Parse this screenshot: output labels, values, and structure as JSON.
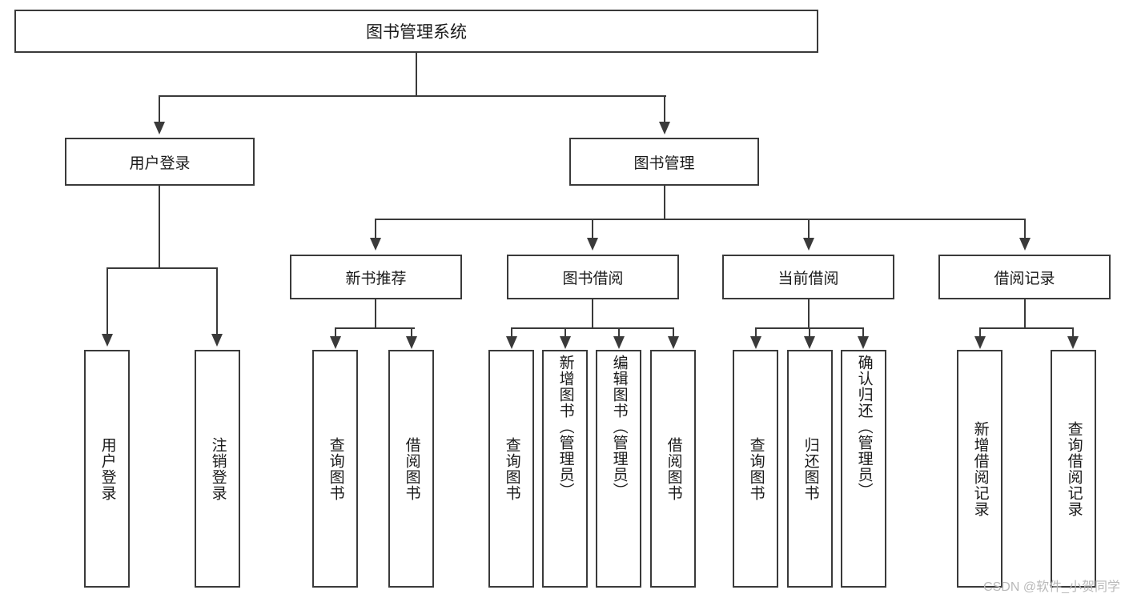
{
  "diagram": {
    "title": "图书管理系统",
    "root": {
      "label": "图书管理系统"
    },
    "level1": [
      {
        "label": "用户登录"
      },
      {
        "label": "图书管理"
      }
    ],
    "level2": [
      {
        "label": "新书推荐"
      },
      {
        "label": "图书借阅"
      },
      {
        "label": "当前借阅"
      },
      {
        "label": "借阅记录"
      }
    ],
    "leaves": [
      {
        "label": "用户登录"
      },
      {
        "label": "注销登录"
      },
      {
        "label": "查询图书"
      },
      {
        "label": "借阅图书"
      },
      {
        "label": "查询图书"
      },
      {
        "label": "新增图书（管理员）"
      },
      {
        "label": "编辑图书（管理员）"
      },
      {
        "label": "借阅图书"
      },
      {
        "label": "查询图书"
      },
      {
        "label": "归还图书"
      },
      {
        "label": "确认归还（管理员）"
      },
      {
        "label": "新增借阅记录"
      },
      {
        "label": "查询借阅记录"
      }
    ]
  },
  "watermark": {
    "text": "CSDN @软件_小贺同学"
  },
  "colors": {
    "stroke": "#3a3a3a",
    "background": "#ffffff",
    "text": "#1a1a1a",
    "watermark": "#b9b9b9"
  }
}
